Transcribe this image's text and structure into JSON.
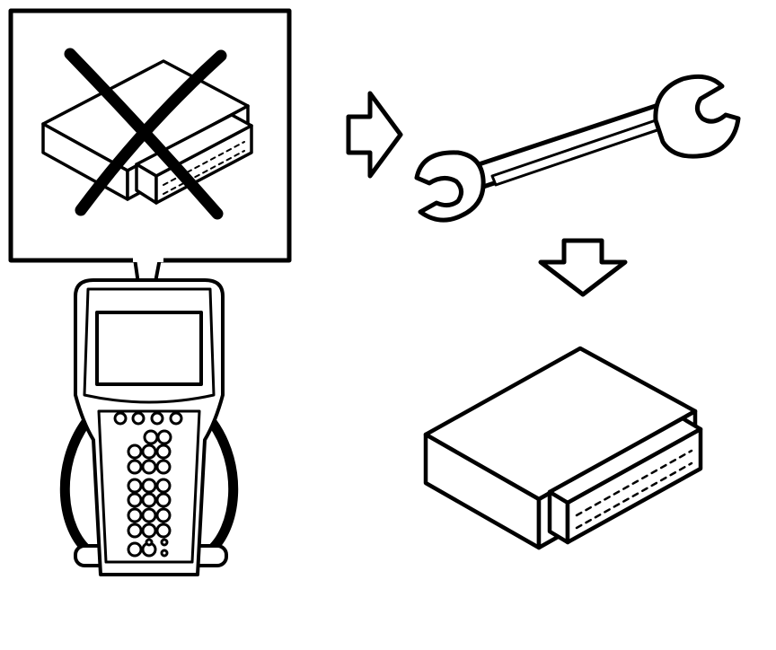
{
  "figure": {
    "background": "#ffffff",
    "line_color": "#000000",
    "panels": [
      {
        "id": "callout",
        "icon": "module-not-responding-icon",
        "crossed_out": true
      },
      {
        "id": "scan-tool",
        "icon": "scan-tool-icon"
      },
      {
        "id": "arrow-right",
        "icon": "arrow-right-icon"
      },
      {
        "id": "wrench",
        "icon": "wrench-icon"
      },
      {
        "id": "arrow-down",
        "icon": "arrow-down-icon"
      },
      {
        "id": "module",
        "icon": "control-module-icon"
      }
    ]
  }
}
